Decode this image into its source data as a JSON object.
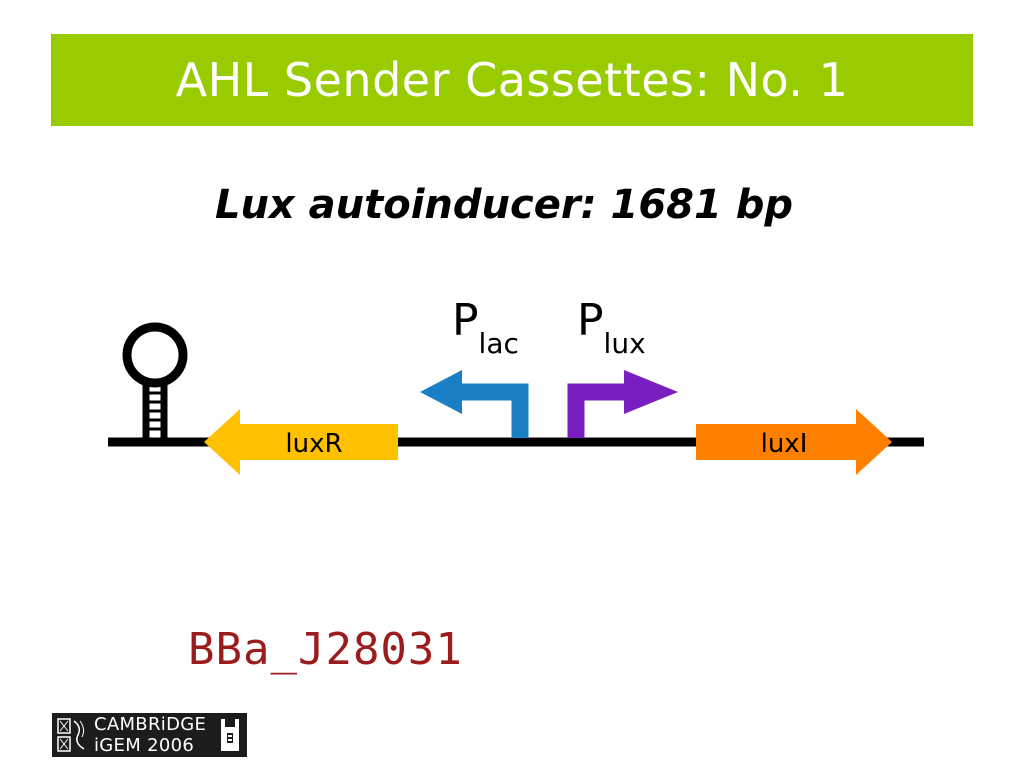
{
  "slide": {
    "title": "AHL Sender Cassettes: No. 1",
    "subtitle": "Lux autoinducer: 1681 bp",
    "part_id": "BBa_J28031"
  },
  "diagram": {
    "promoters": [
      {
        "letter": "P",
        "subscript": "lac",
        "direction": "left",
        "color": "#1a7fc4"
      },
      {
        "letter": "P",
        "subscript": "lux",
        "direction": "right",
        "color": "#7a1fbf"
      }
    ],
    "genes": [
      {
        "label": "luxR",
        "direction": "left",
        "color": "#ffc000"
      },
      {
        "label": "luxI",
        "direction": "right",
        "color": "#ff7f00"
      }
    ],
    "terminator": {
      "icon": "terminator-icon"
    }
  },
  "logo": {
    "line1": "CAMBRiDGE",
    "line2": "iGEM 2006",
    "icons": [
      "crest-icon",
      "tower-icon"
    ]
  },
  "colors": {
    "title_bar": "#99cc00",
    "part_id": "#9b1c1c"
  }
}
